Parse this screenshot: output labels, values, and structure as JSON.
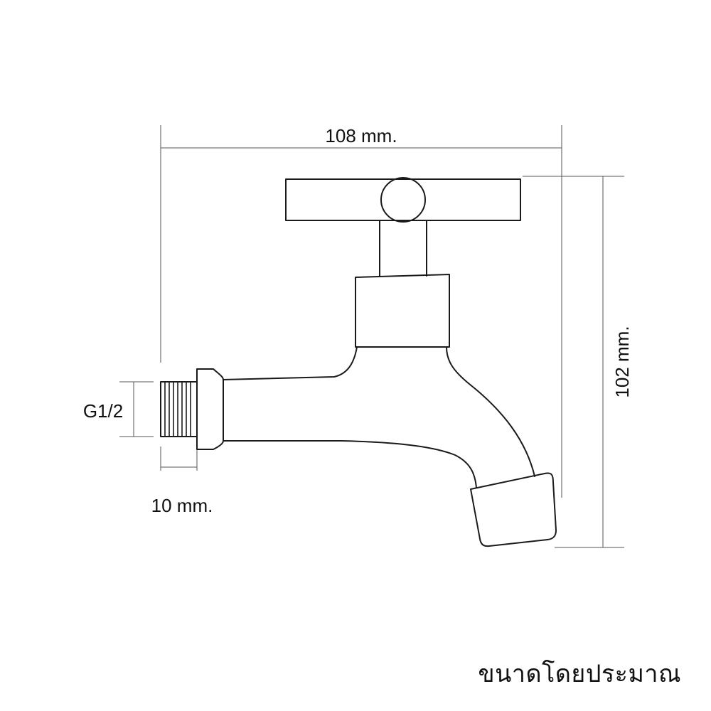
{
  "dimensions": {
    "width": "108 mm.",
    "height": "102 mm.",
    "thread_size": "G1/2",
    "thread_length": "10 mm."
  },
  "note": "ขนาดโดยประมาณ",
  "colors": {
    "line": "#1a1a1a",
    "dimension_line": "#555555",
    "background": "#ffffff"
  }
}
